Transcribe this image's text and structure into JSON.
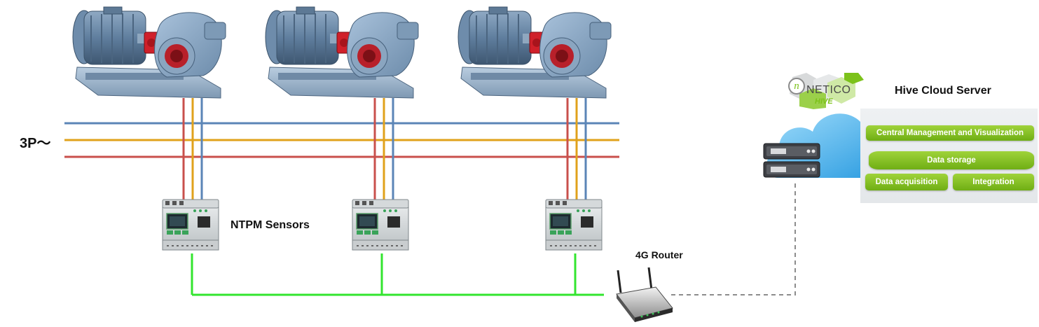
{
  "labels": {
    "phase": "3P～",
    "sensors": "NTPM Sensors",
    "router": "4G Router",
    "cloud_title": "Hive Cloud Server"
  },
  "logo": {
    "word": "NETICO",
    "sub": "HIVE",
    "mark": "n"
  },
  "cloud_modules": {
    "central": "Central Management and Visualization",
    "storage": "Data storage",
    "acquisition": "Data acquisition",
    "integration": "Integration"
  },
  "nodes": {
    "pumps": [
      "pump-1",
      "pump-2",
      "pump-3"
    ],
    "sensors": [
      "sensor-1",
      "sensor-2",
      "sensor-3"
    ]
  },
  "colors": {
    "phase_blue": "#5b85b7",
    "phase_yellow": "#e0a21b",
    "phase_red": "#c9504c",
    "network_green": "#33e52f",
    "cloud_blue": "#4aaee8",
    "module_green": "#7cc21a",
    "dashed_link": "#8c8c8c"
  }
}
